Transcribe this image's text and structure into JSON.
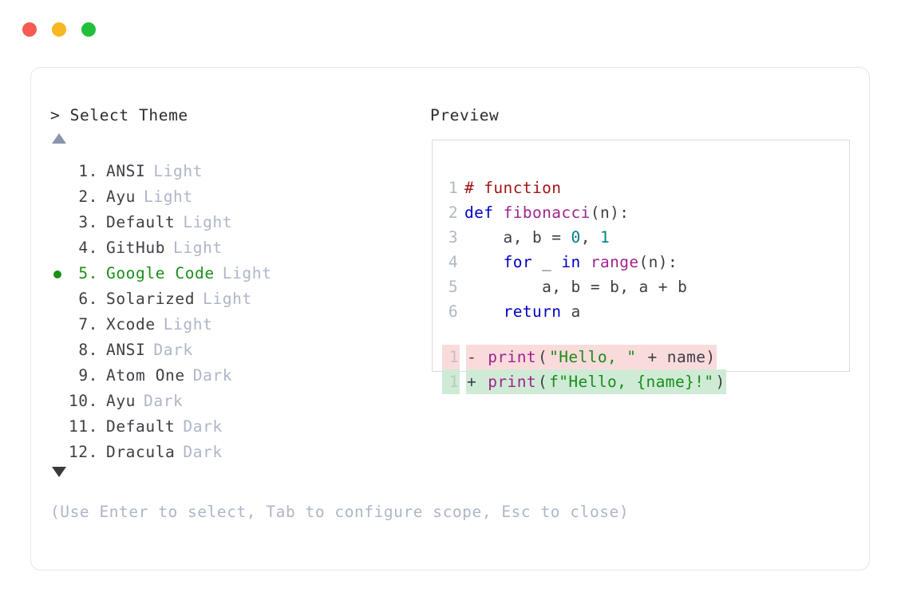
{
  "window": {
    "traffic_lights": [
      {
        "name": "close",
        "color": "#f55b52"
      },
      {
        "name": "minimize",
        "color": "#f7b721"
      },
      {
        "name": "maximize",
        "color": "#22c03a"
      }
    ]
  },
  "selector": {
    "prompt": "> Select Theme",
    "scroll_up_icon": "triangle-up-icon",
    "scroll_down_icon": "triangle-down-icon",
    "selected_index": 5,
    "items": [
      {
        "num": "1.",
        "name": "ANSI",
        "variant": "Light",
        "selected": false
      },
      {
        "num": "2.",
        "name": "Ayu",
        "variant": "Light",
        "selected": false
      },
      {
        "num": "3.",
        "name": "Default",
        "variant": "Light",
        "selected": false
      },
      {
        "num": "4.",
        "name": "GitHub",
        "variant": "Light",
        "selected": false
      },
      {
        "num": "5.",
        "name": "Google Code",
        "variant": "Light",
        "selected": true
      },
      {
        "num": "6.",
        "name": "Solarized",
        "variant": "Light",
        "selected": false
      },
      {
        "num": "7.",
        "name": "Xcode",
        "variant": "Light",
        "selected": false
      },
      {
        "num": "8.",
        "name": "ANSI",
        "variant": "Dark",
        "selected": false
      },
      {
        "num": "9.",
        "name": "Atom One",
        "variant": "Dark",
        "selected": false
      },
      {
        "num": "10.",
        "name": "Ayu",
        "variant": "Dark",
        "selected": false
      },
      {
        "num": "11.",
        "name": "Default",
        "variant": "Dark",
        "selected": false
      },
      {
        "num": "12.",
        "name": "Dracula",
        "variant": "Dark",
        "selected": false
      }
    ],
    "help": "(Use Enter to select, Tab to configure scope, Esc to close)"
  },
  "preview": {
    "label": "Preview",
    "code_lines": [
      {
        "ln": "1",
        "tokens": [
          {
            "t": "# function",
            "c": "c-comment"
          }
        ]
      },
      {
        "ln": "2",
        "tokens": [
          {
            "t": "def ",
            "c": "c-keyword"
          },
          {
            "t": "fibonacci",
            "c": "c-func"
          },
          {
            "t": "(n):",
            "c": "c-punct"
          }
        ]
      },
      {
        "ln": "3",
        "tokens": [
          {
            "t": "    a, b = ",
            "c": "c-plain"
          },
          {
            "t": "0",
            "c": "c-num"
          },
          {
            "t": ", ",
            "c": "c-plain"
          },
          {
            "t": "1",
            "c": "c-num"
          }
        ]
      },
      {
        "ln": "4",
        "tokens": [
          {
            "t": "    ",
            "c": "c-plain"
          },
          {
            "t": "for",
            "c": "c-keyword"
          },
          {
            "t": " _ ",
            "c": "c-plain"
          },
          {
            "t": "in",
            "c": "c-keyword"
          },
          {
            "t": " ",
            "c": "c-plain"
          },
          {
            "t": "range",
            "c": "c-func"
          },
          {
            "t": "(n):",
            "c": "c-punct"
          }
        ]
      },
      {
        "ln": "5",
        "tokens": [
          {
            "t": "        a, b = b, a + b",
            "c": "c-plain"
          }
        ]
      },
      {
        "ln": "6",
        "tokens": [
          {
            "t": "    ",
            "c": "c-plain"
          },
          {
            "t": "return",
            "c": "c-keyword"
          },
          {
            "t": " a",
            "c": "c-plain"
          }
        ]
      }
    ],
    "diff_lines": [
      {
        "ln": "1",
        "marker": "-",
        "kind": "del",
        "bg": "#fadbdc",
        "tokens": [
          {
            "t": "print",
            "c": "c-func"
          },
          {
            "t": "(",
            "c": "c-punct"
          },
          {
            "t": "\"Hello, \"",
            "c": "c-string"
          },
          {
            "t": " + name)",
            "c": "c-plain"
          }
        ]
      },
      {
        "ln": "1",
        "marker": "+",
        "kind": "add",
        "bg": "#cfebd6",
        "tokens": [
          {
            "t": "print",
            "c": "c-func"
          },
          {
            "t": "(",
            "c": "c-punct"
          },
          {
            "t": "f\"Hello, {name}!\"",
            "c": "c-string"
          },
          {
            "t": ")",
            "c": "c-punct"
          }
        ]
      }
    ]
  }
}
